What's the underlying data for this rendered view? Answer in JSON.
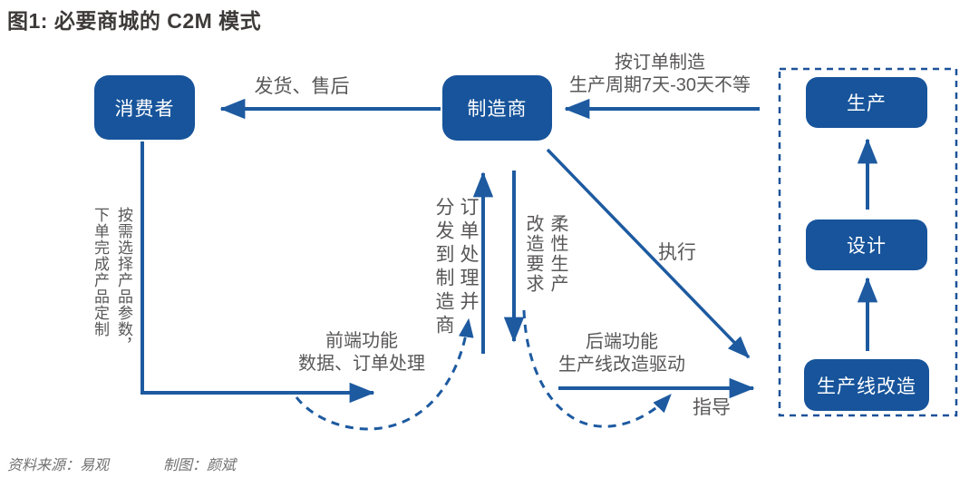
{
  "title": "图1: 必要商城的 C2M 模式",
  "nodes": {
    "consumer": "消费者",
    "manufacturer": "制造商",
    "production": "生产",
    "design": "设计",
    "line_transform": "生产线改造"
  },
  "labels": {
    "ship_after_sales": "发货、售后",
    "made_to_order": [
      "按订单制造",
      "生产周期7天-30天不等"
    ],
    "consumer_custom": [
      "按需选择产品参数，",
      "下单完成产品定制"
    ],
    "order_dispatch": [
      "订单处理并",
      "分发到制造商"
    ],
    "flexible": [
      "柔性生产",
      "改造要求"
    ],
    "execute": "执行",
    "frontend": [
      "前端功能",
      "数据、订单处理"
    ],
    "backend": [
      "后端功能",
      "生产线改造驱动"
    ],
    "guide": "指导"
  },
  "footer": {
    "source": "资料来源：易观",
    "credit": "制图：颜斌"
  },
  "colors": {
    "node_fill": "#17549b",
    "arrow": "#1d5aa0",
    "dashed_border": "#1d5299",
    "label_text": "#595757",
    "title_text": "#3e3a39",
    "footer_text": "#727171"
  }
}
